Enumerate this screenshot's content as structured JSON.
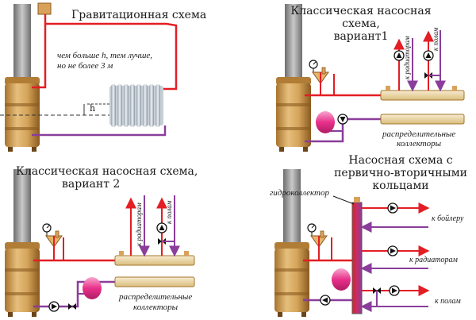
{
  "colors": {
    "supply_pipe": "#e31e24",
    "return_pipe": "#8a3d9b",
    "boiler_body": "#c8964a",
    "boiler_dark": "#8a5a20",
    "chimney": "#8e8e8e",
    "expansion_tank": "#e8308a",
    "collector": "#ecd9a8",
    "collector_dark": "#a4742c"
  },
  "panels": {
    "gravity": {
      "title": "Гравитационная схема",
      "note_line1": "чем больше h, тем лучше,",
      "note_line2": "но не более 3 м",
      "h_label": "h"
    },
    "pump_v1": {
      "title_line1": "Классическая насосная",
      "title_line2": "схема,",
      "title_line3": "вариант1",
      "label_radiators": "к радиаторам",
      "label_floor": "к полам",
      "collector_line1": "распределительные",
      "collector_line2": "коллекторы"
    },
    "pump_v2": {
      "title_line1": "Классическая насосная схема,",
      "title_line2": "вариант 2",
      "label_radiators": "к радиаторам",
      "label_floor": "к полам",
      "collector_line1": "распределительные",
      "collector_line2": "коллекторы"
    },
    "primary_secondary": {
      "title_line1": "Насосная схема с",
      "title_line2": "первично-вторичными",
      "title_line3": "кольцами",
      "hydro_label": "гидроколлектор",
      "label_boiler": "к бойлеру",
      "label_radiators": "к радиаторам",
      "label_floor": "к полам"
    }
  }
}
